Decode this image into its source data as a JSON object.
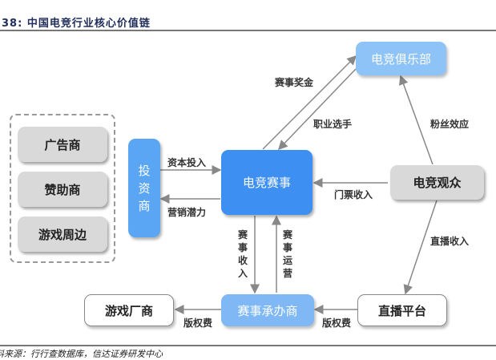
{
  "header": {
    "title": "38:  中国电竞行业核心价值链"
  },
  "footer": {
    "source": "料来源：行行查数据库，信达证券研发中心"
  },
  "nodes": {
    "club": "电竞俱乐部",
    "event": "电竞赛事",
    "audience": "电竞观众",
    "investor": "投资商",
    "organizer": "赛事承办商",
    "platform": "直播平台",
    "publisher": "游戏厂商",
    "advertiser": "广告商",
    "sponsor": "赞助商",
    "peripheral": "游戏周边"
  },
  "edges": {
    "prize": "赛事奖金",
    "players": "职业选手",
    "fan_effect": "粉丝效应",
    "capital": "资本投入",
    "marketing": "营销潜力",
    "tickets": "门票收入",
    "stream_income": "直播收入",
    "event_income": "赛事收入",
    "event_ops": "赛事运营",
    "license_fee_1": "版权费",
    "license_fee_2": "版权费"
  }
}
